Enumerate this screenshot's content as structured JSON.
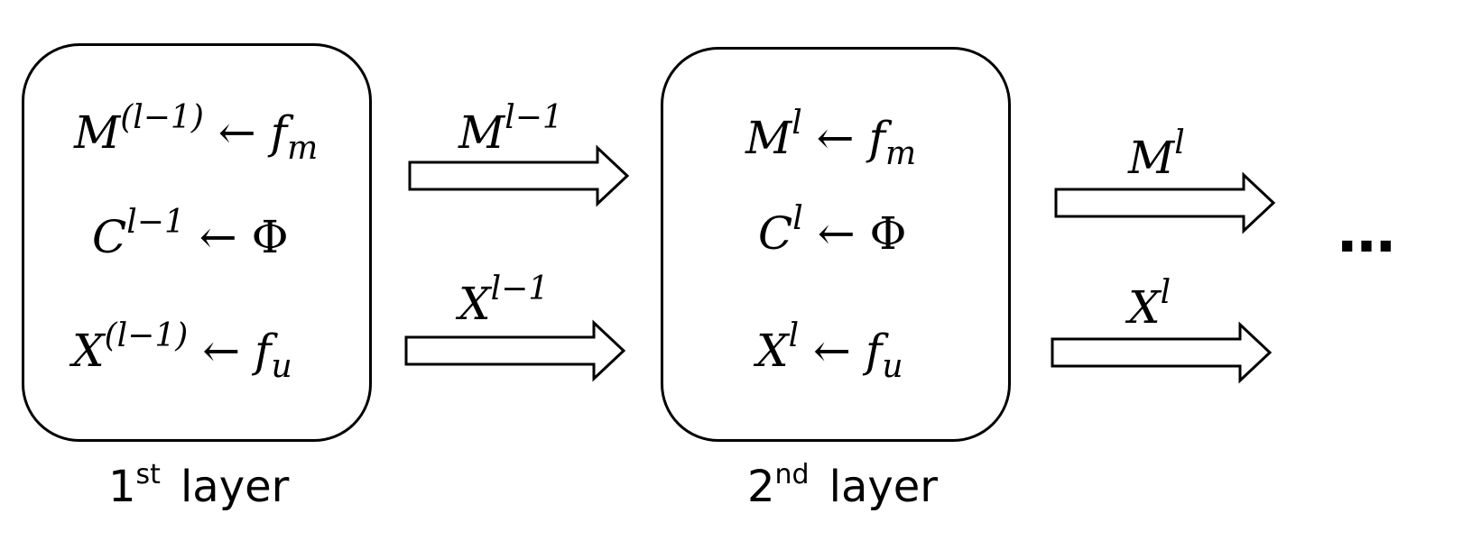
{
  "layer1": {
    "caption_num": "1",
    "caption_sup": "st",
    "caption_word": "layer",
    "rows": [
      {
        "base": "M",
        "sup": "(l−1)",
        "arrow": "←",
        "rhs": "f",
        "rhs_sub": "m"
      },
      {
        "base": "C",
        "sup": "l−1",
        "arrow": "←",
        "rhs": "Φ",
        "rhs_sub": ""
      },
      {
        "base": "X",
        "sup": "(l−1)",
        "arrow": "←",
        "rhs": "f",
        "rhs_sub": "u"
      }
    ]
  },
  "layer2": {
    "caption_num": "2",
    "caption_sup": "nd",
    "caption_word": "layer",
    "rows": [
      {
        "base": "M",
        "sup": "l",
        "arrow": "←",
        "rhs": "f",
        "rhs_sub": "m"
      },
      {
        "base": "C",
        "sup": "l",
        "arrow": "←",
        "rhs": "Φ",
        "rhs_sub": ""
      },
      {
        "base": "X",
        "sup": "l",
        "arrow": "←",
        "rhs": "f",
        "rhs_sub": "u"
      }
    ]
  },
  "arrows": {
    "a1_top": {
      "base": "M",
      "sup": "l−1"
    },
    "a1_bottom": {
      "base": "X",
      "sup": "l−1"
    },
    "a2_top": {
      "base": "M",
      "sup": "l"
    },
    "a2_bottom": {
      "base": "X",
      "sup": "l"
    }
  },
  "ellipsis": "…"
}
